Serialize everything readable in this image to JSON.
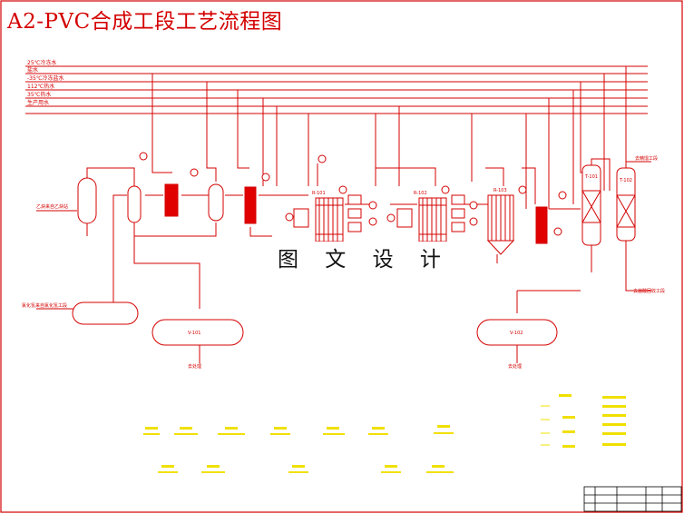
{
  "title": "A2-PVC合成工段工艺流程图",
  "watermark": "图 文 设 计",
  "utility_lines": [
    "25℃冷冻水",
    "盐水",
    "-35℃冷冻盐水",
    "112℃热水",
    "35℃热水",
    "生产用水"
  ],
  "streams": {
    "inlet_1": "乙炔来自乙炔站",
    "inlet_2": "氯化氢来自氯化氢工段",
    "outlet_top": "去精馏工段",
    "outlet_bottom": "去盐酸回收工段",
    "drain_1": "去处理",
    "drain_2": "去处理"
  },
  "vessels": {
    "v1": "V-101",
    "v2": "V-102"
  },
  "towers": {
    "t1": "T-101",
    "t2": "T-102"
  },
  "reactors": {
    "r1": "R-101",
    "r2": "R-102",
    "r3": "R-103"
  },
  "colors": {
    "line": "#d40000",
    "fill_red": "#e00000",
    "legend": "#f0e000",
    "black": "#000000"
  }
}
